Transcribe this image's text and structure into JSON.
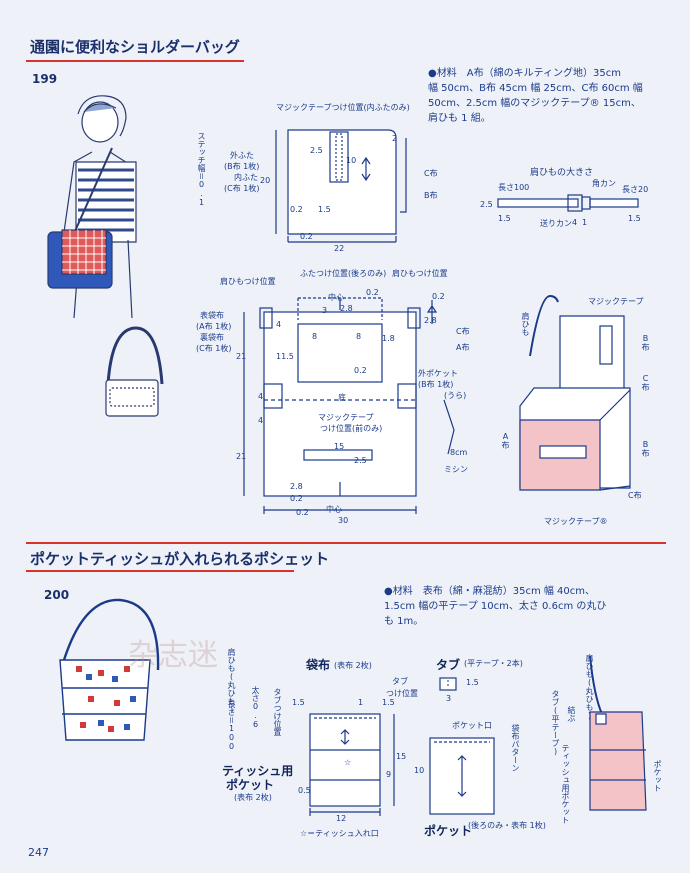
{
  "section1": {
    "title": "通園に便利なショルダーバッグ",
    "number": "199",
    "materials": [
      "●材料　A布（綿のキルティング地）35cm",
      "幅 50cm、B布 45cm 幅 25cm、C布 60cm 幅",
      "50cm、2.5cm 幅のマジックテープ® 15cm、",
      "肩ひも 1 組。"
    ],
    "flap": {
      "magic_pos": "マジックテープつけ位置(内ふたのみ)",
      "stitch": "ステッチ幅＝0.1",
      "outer": "外ふた",
      "outer_b": "(B布 1枚)",
      "inner": "内ふた",
      "inner_c": "(C布 1枚)",
      "d20": "20",
      "d22": "22",
      "d25": "2.5",
      "d10": "10",
      "d2": "2",
      "d02a": "0.2",
      "d15": "1.5",
      "d02b": "0.2",
      "c_cloth": "C布",
      "b_cloth": "B布"
    },
    "strap": {
      "title": "肩ひもの大きさ",
      "long100": "長さ100",
      "kakukan": "角カン",
      "long20": "長さ20",
      "d25": "2.5",
      "d15a": "1.5",
      "okuri": "送りカン",
      "d4": "4",
      "d1": "1",
      "d15b": "1.5"
    },
    "body": {
      "strap_pos_l": "肩ひもつけ位置",
      "flap_pos": "ふたつけ位置(後ろのみ)",
      "strap_pos_r": "肩ひもつけ位置",
      "center_top": "中心",
      "d02a": "0.2",
      "d28a": "2.8",
      "d3": "3",
      "d8a": "8",
      "d8b": "8",
      "d02b": "0.2",
      "d28b": "2.8",
      "d18": "1.8",
      "d115": "11.5",
      "d02c": "0.2",
      "omote": "表袋布",
      "omote_a": "(A布 1枚)",
      "ura": "裏袋布",
      "ura_c": "(C布 1枚)",
      "d4a": "4",
      "d21a": "21",
      "d4b": "4",
      "d4c": "4",
      "d21b": "21",
      "c_cloth": "C布",
      "a_cloth": "A布",
      "pocket": "外ポケット",
      "pocket_b": "(B布 1枚)",
      "uraura": "(うら)",
      "bottom": "底",
      "magic": "マジックテープ",
      "magic2": "つけ位置(前のみ)",
      "d15": "15",
      "d25": "2.5",
      "d28c": "2.8",
      "d02d": "0.2",
      "center_bot": "中心",
      "d02e": "0.2",
      "d30": "30",
      "d8cm": "8cm",
      "mishin": "ミシン"
    },
    "illus3d": {
      "magic_top": "マジックテープ",
      "strap": "肩ひも",
      "b1": "B布",
      "c1": "C布",
      "a": "A布",
      "b2": "B布",
      "c2": "C布",
      "magic_bot": "マジックテープ®"
    }
  },
  "section2": {
    "title": "ポケットティッシュが入れられるポシェット",
    "number": "200",
    "materials": [
      "●材料　表布（綿・麻混紡）35cm 幅 40cm、",
      "1.5cm 幅の平テープ 10cm、太さ 0.6cm の丸ひ",
      "も 1m。"
    ],
    "rope": "肩ひも(丸ひも)",
    "rope_len": "長さ＝100",
    "rope_thick": "太さ0.6",
    "tab_pos": "タブつけ位置",
    "bag": "袋布",
    "bag_sub": "(表布 2枚)",
    "tab_pos2": "タブ",
    "tab_pos3": "つけ位置",
    "tissue": "ティッシュ用",
    "tissue2": "ポケット",
    "tissue_sub": "(表布 2枚)",
    "d15a": "1.5",
    "d1": "1",
    "d15b": "1.5",
    "d15": "15",
    "d9": "9",
    "d05": "0.5",
    "d12": "12",
    "star_note": "☆＝ティッシュ入れ口",
    "tab": "タブ",
    "tab_sub": "(平テープ・2本)",
    "tab_15": "1.5",
    "tab_3": "3",
    "pocket_mouth": "ポケット口",
    "d10": "10",
    "pattern": "袋布パターン",
    "pocket": "ポケット",
    "pocket_sub": "(後ろのみ・表布 1枚)",
    "r_rope": "肩ひも(丸ひも)",
    "r_tab": "タブ(平テープ)",
    "r_knot": "結ぶ",
    "r_tissue": "ティッシュ用ポケット",
    "r_pocket": "ポケット"
  },
  "watermark": "杂志迷",
  "page_number": "247"
}
